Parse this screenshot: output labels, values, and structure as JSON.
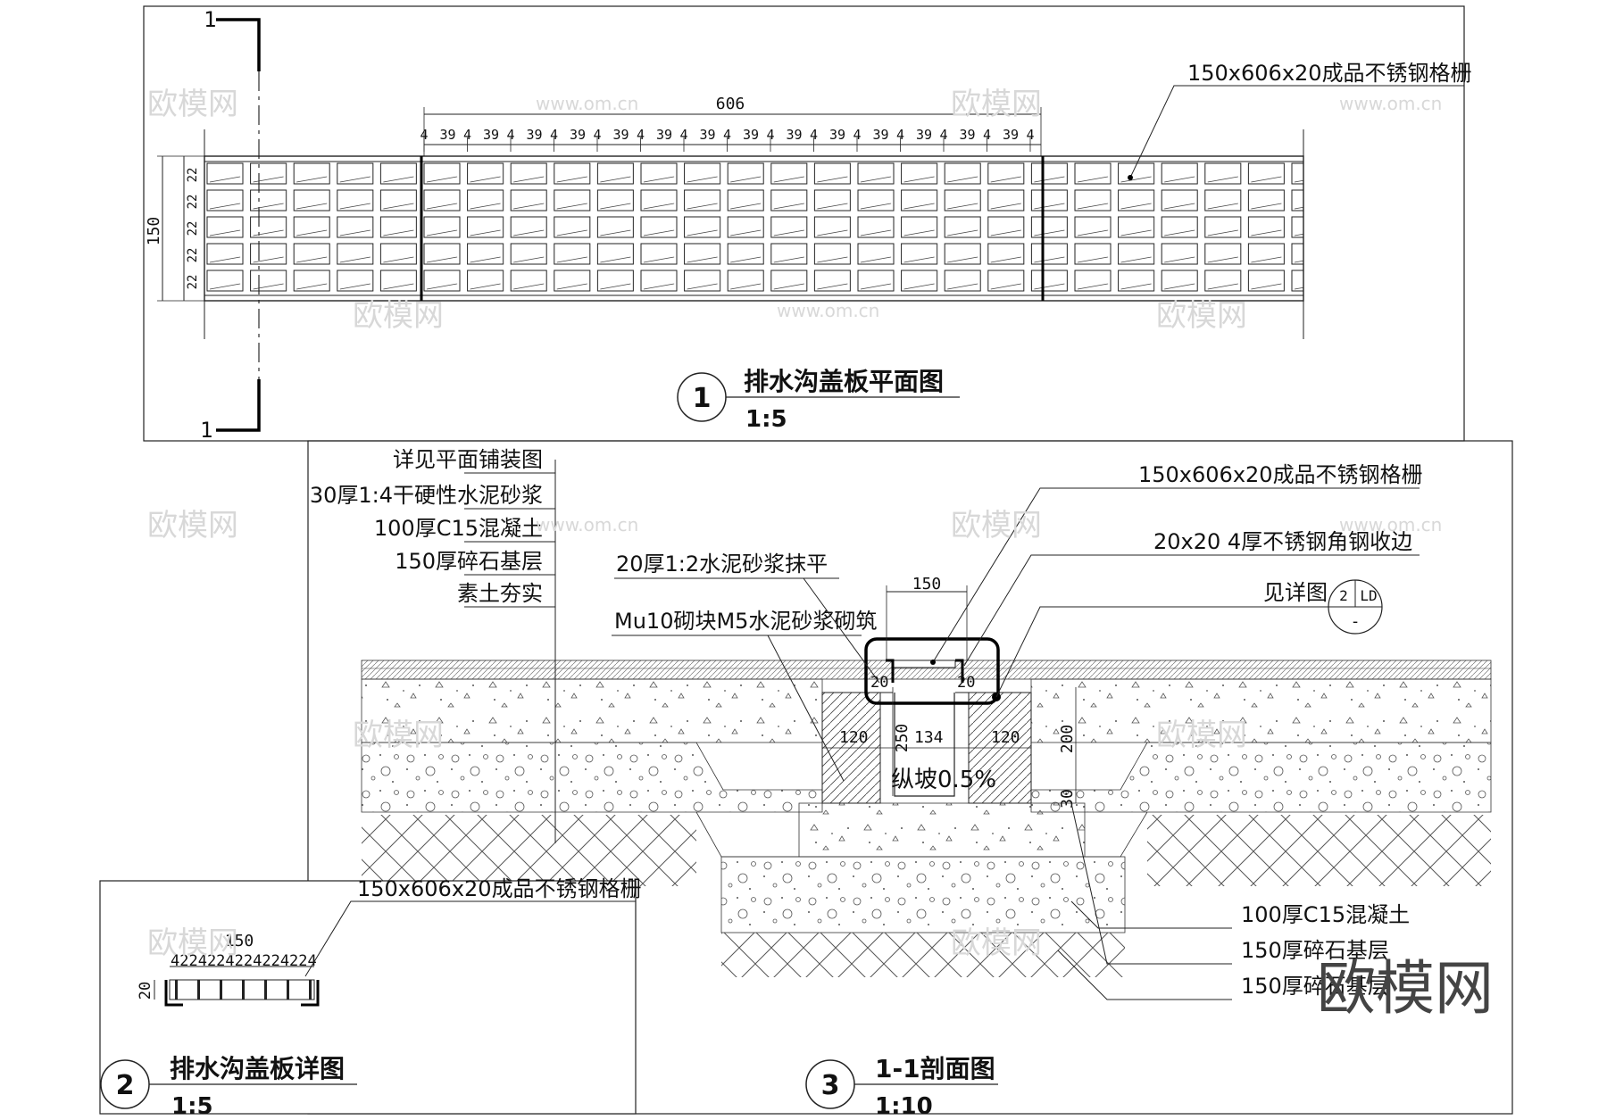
{
  "plan": {
    "section_mark_top": "1",
    "section_mark_bottom": "1",
    "dim_total": "606",
    "dim_bar": "4",
    "dim_gap": "39",
    "dim_height": "150",
    "dim_rows": "22",
    "callout": "150x606x20成品不锈钢格栅",
    "title": "排水沟盖板平面图",
    "scale": "1:5",
    "number": "1"
  },
  "section": {
    "left_layers": [
      "详见平面铺装图",
      "30厚1:4干硬性水泥砂浆",
      "100厚C15混凝土",
      "150厚碎石基层",
      "素土夯实"
    ],
    "grating_callout": "150x606x20成品不锈钢格栅",
    "angle_callout": "20x20 4厚不锈钢角钢收边",
    "detail_ref": "见详图",
    "detail_num": "2",
    "detail_sheet": "LD",
    "detail_dash": "-",
    "plaster": "20厚1:2水泥砂浆抹平",
    "masonry": "Mu10砌块M5水泥砂浆砌筑",
    "dim_width": "150",
    "dim_20": "20",
    "dim_120": "120",
    "dim_250": "250",
    "dim_134": "134",
    "dim_200": "200",
    "dim_30": "30",
    "slope": "纵坡0.5%",
    "right_layers": [
      "100厚C15混凝土",
      "150厚碎石基层",
      "150厚碎石基层"
    ],
    "title": "1-1剖面图",
    "scale": "1:10",
    "number": "3"
  },
  "detail": {
    "callout": "150x606x20成品不锈钢格栅",
    "dim_width": "150",
    "dim_spacing": "4224224224224224",
    "dim_height": "20",
    "title": "排水沟盖板详图",
    "scale": "1:5",
    "number": "2"
  },
  "watermark": {
    "logo": "欧模网",
    "url": "www.om.cn"
  }
}
